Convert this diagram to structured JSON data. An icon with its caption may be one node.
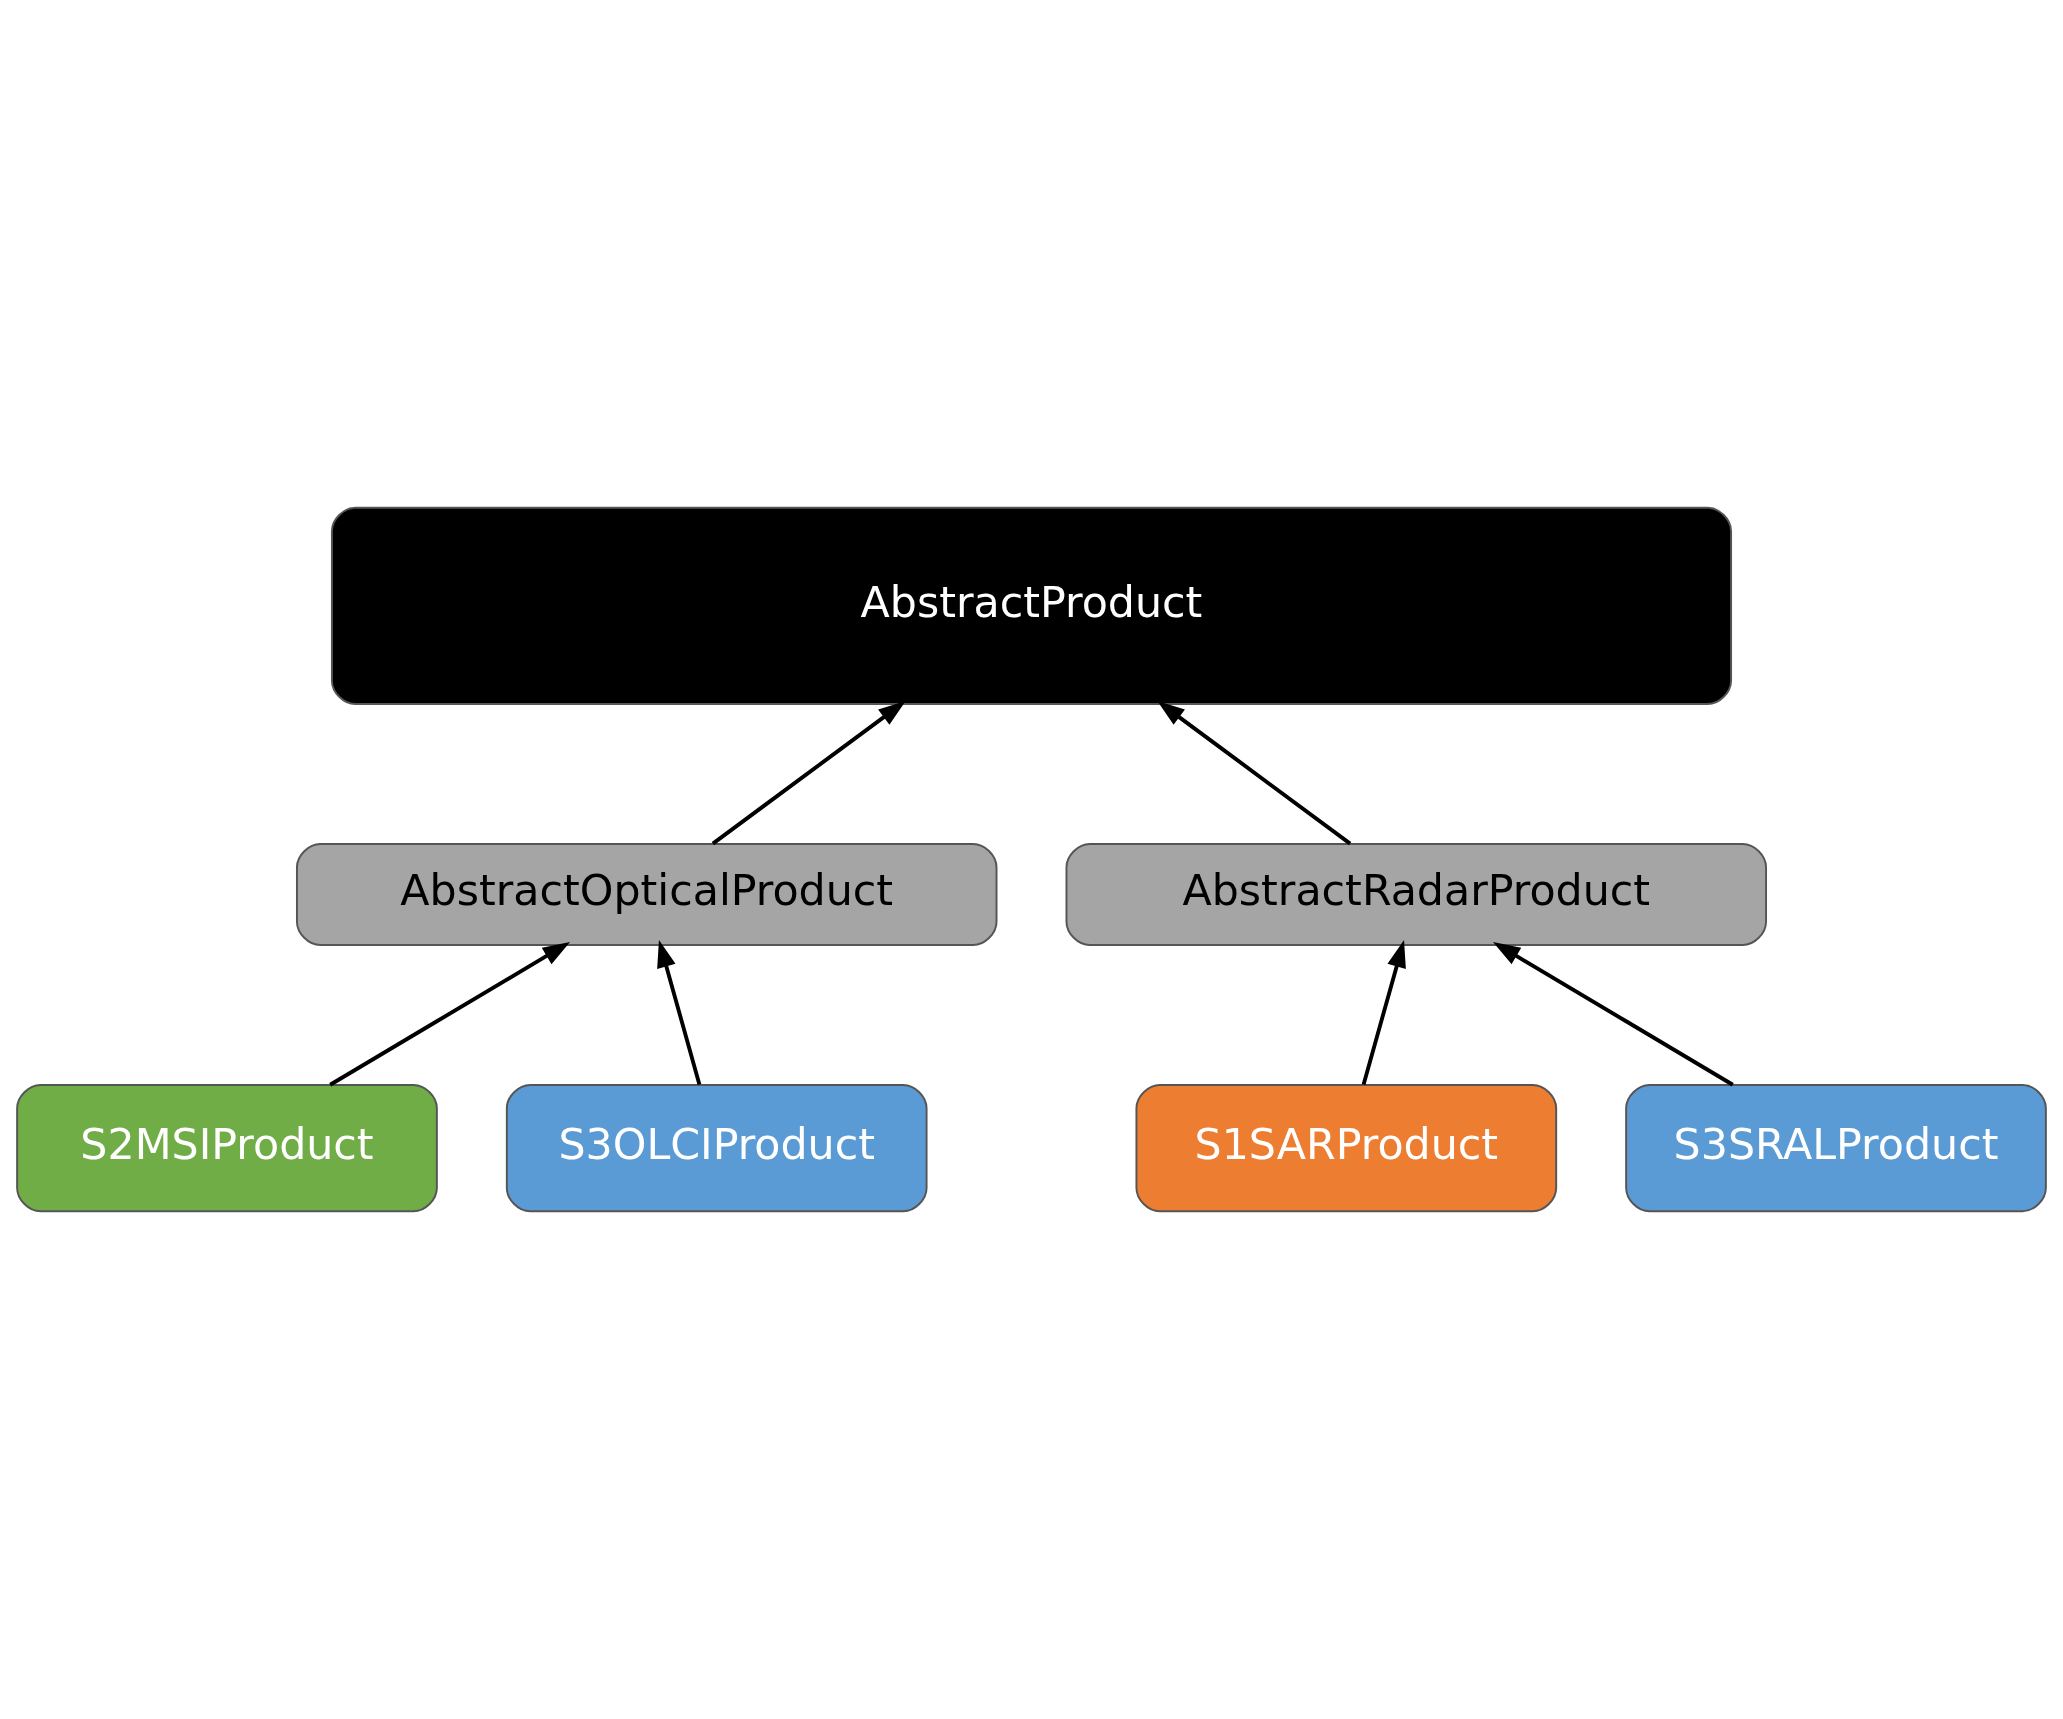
{
  "diagram": {
    "nodes": [
      {
        "text": [
          "AbstractProduct"
        ]
      },
      {
        "text": [
          "AbstractOpticalProduct"
        ]
      },
      {
        "text": [
          "AbstractRadarProduct"
        ]
      },
      {
        "text": [
          "S2MSIProduct"
        ]
      },
      {
        "text": [
          "S3OLCIProduct"
        ]
      },
      {
        "text": [
          "S1SARProduct"
        ]
      },
      {
        "text": [
          "S3SRALProduct"
        ]
      }
    ],
    "edges": [
      {
        "from": 1,
        "to": 0,
        "arrow": "to"
      },
      {
        "from": 2,
        "to": 0,
        "arrow": "to"
      },
      {
        "from": 3,
        "to": 1,
        "arrow": "to"
      },
      {
        "from": 4,
        "to": 1,
        "arrow": "to"
      },
      {
        "from": 5,
        "to": 2,
        "arrow": "to"
      },
      {
        "from": 6,
        "to": 2,
        "arrow": "to"
      }
    ]
  }
}
